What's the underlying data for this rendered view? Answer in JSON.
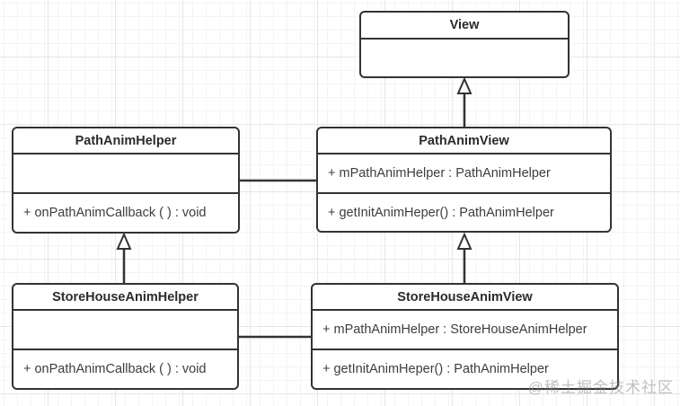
{
  "diagram": {
    "type": "uml-class-diagram",
    "classes": {
      "view": {
        "title": "View",
        "attributes": "",
        "methods": ""
      },
      "path_anim_helper": {
        "title": "PathAnimHelper",
        "attributes": "",
        "methods": "+ onPathAnimCallback ( )  : void"
      },
      "path_anim_view": {
        "title": "PathAnimView",
        "attributes": "+ mPathAnimHelper : PathAnimHelper",
        "methods": "+ getInitAnimHeper() : PathAnimHelper"
      },
      "store_house_anim_helper": {
        "title": "StoreHouseAnimHelper",
        "attributes": "",
        "methods": "+ onPathAnimCallback ( )  : void"
      },
      "store_house_anim_view": {
        "title": "StoreHouseAnimView",
        "attributes": "+ mPathAnimHelper : StoreHouseAnimHelper",
        "methods": "+ getInitAnimHeper() : PathAnimHelper"
      }
    },
    "relations": [
      {
        "type": "inheritance",
        "from": "PathAnimView",
        "to": "View"
      },
      {
        "type": "inheritance",
        "from": "StoreHouseAnimHelper",
        "to": "PathAnimHelper"
      },
      {
        "type": "inheritance",
        "from": "StoreHouseAnimView",
        "to": "PathAnimView"
      },
      {
        "type": "association",
        "from": "PathAnimHelper",
        "to": "PathAnimView"
      },
      {
        "type": "association",
        "from": "StoreHouseAnimHelper",
        "to": "StoreHouseAnimView"
      }
    ],
    "watermark": "@稀土掘金技术社区",
    "colors": {
      "border": "#333333",
      "text": "#3d3d3d",
      "grid_minor": "#f4f4f4",
      "grid_major": "#e6e6e6",
      "watermark": "#8c8c8c",
      "background": "#ffffff"
    }
  }
}
